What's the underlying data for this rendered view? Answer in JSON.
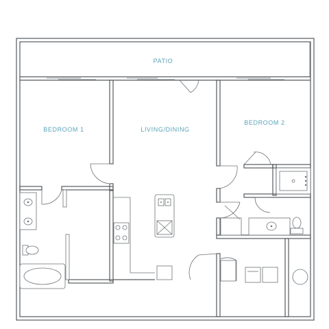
{
  "plan": {
    "accent_color": "#5aa3b8",
    "line_color": "#555a5e",
    "rooms": {
      "patio": "PATIO",
      "bedroom1": "BEDROOM 1",
      "living": "LIVING/DINING",
      "bedroom2": "BEDROOM 2"
    }
  }
}
